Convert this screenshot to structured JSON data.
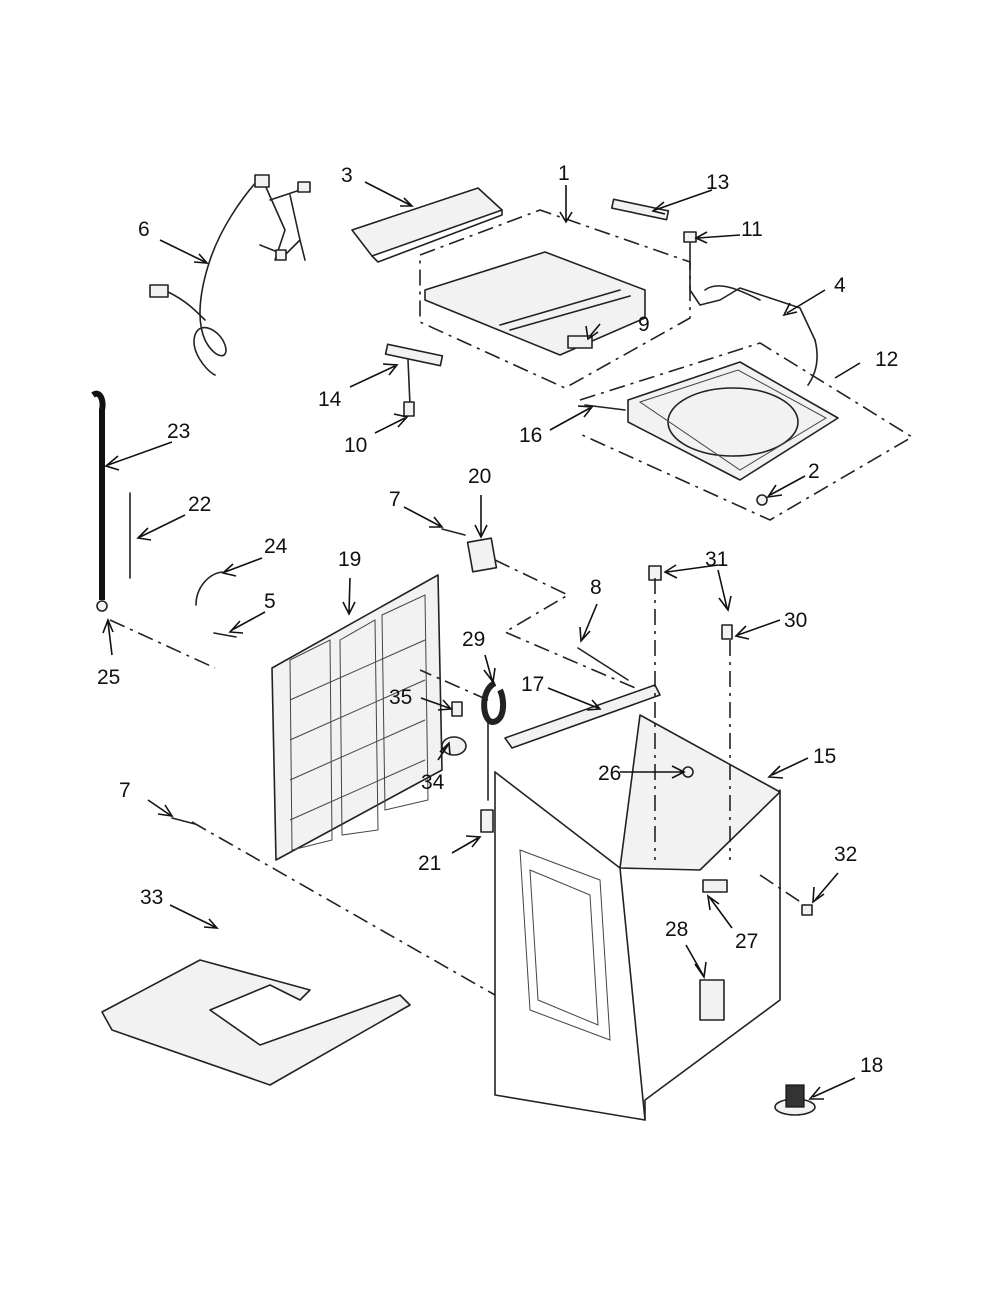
{
  "callouts": [
    {
      "label": "1"
    },
    {
      "label": "2"
    },
    {
      "label": "3"
    },
    {
      "label": "4"
    },
    {
      "label": "5"
    },
    {
      "label": "6"
    },
    {
      "label": "7"
    },
    {
      "label": "7"
    },
    {
      "label": "8"
    },
    {
      "label": "9"
    },
    {
      "label": "10"
    },
    {
      "label": "11"
    },
    {
      "label": "12"
    },
    {
      "label": "13"
    },
    {
      "label": "14"
    },
    {
      "label": "15"
    },
    {
      "label": "16"
    },
    {
      "label": "17"
    },
    {
      "label": "18"
    },
    {
      "label": "19"
    },
    {
      "label": "20"
    },
    {
      "label": "21"
    },
    {
      "label": "22"
    },
    {
      "label": "23"
    },
    {
      "label": "24"
    },
    {
      "label": "25"
    },
    {
      "label": "26"
    },
    {
      "label": "27"
    },
    {
      "label": "28"
    },
    {
      "label": "29"
    },
    {
      "label": "30"
    },
    {
      "label": "31"
    },
    {
      "label": "32"
    },
    {
      "label": "33"
    },
    {
      "label": "34"
    },
    {
      "label": "35"
    }
  ]
}
